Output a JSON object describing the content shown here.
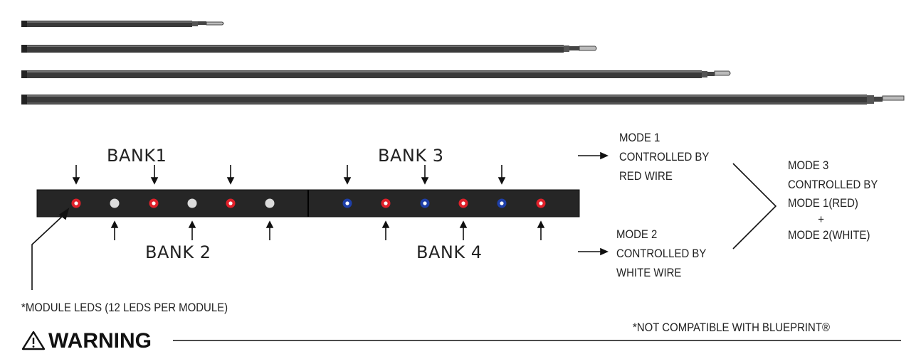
{
  "banks": {
    "bank1": "BANK1",
    "bank2": "BANK 2",
    "bank3": "BANK 3",
    "bank4": "BANK 4"
  },
  "mode1": {
    "line1": "MODE 1",
    "line2": "CONTROLLED BY",
    "line3": "RED WIRE"
  },
  "mode2": {
    "line1": "MODE 2",
    "line2": "CONTROLLED BY",
    "line3": "WHITE WIRE"
  },
  "mode3": {
    "line1": "MODE 3",
    "line2": "CONTROLLED BY",
    "line3": "MODE 1(RED)",
    "line4": "+",
    "line5": "MODE 2(WHITE)"
  },
  "notes": {
    "module_leds": "*MODULE LEDS (12 LEDS PER MODULE)",
    "not_compatible": "*NOT COMPATIBLE WITH BLUEPRINT®",
    "warning": "WARNING"
  },
  "colors": {
    "module_body": "#262626",
    "led_red": "#e0202a",
    "led_white": "#dcdcdc",
    "led_blue": "#1e3fa8"
  },
  "led_sequence": [
    "red",
    "white",
    "red",
    "white",
    "red",
    "white",
    "blue",
    "red",
    "blue",
    "red",
    "blue",
    "red"
  ]
}
